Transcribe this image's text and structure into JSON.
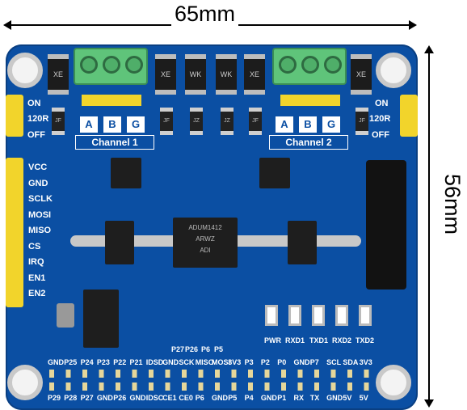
{
  "dimensions": {
    "width_label": "65mm",
    "height_label": "56mm"
  },
  "terminals": {
    "channel1": {
      "title": "Channel 1",
      "labels": [
        "A",
        "B",
        "G"
      ]
    },
    "channel2": {
      "title": "Channel 2",
      "labels": [
        "A",
        "B",
        "G"
      ]
    }
  },
  "jumpers": {
    "left": {
      "on": "ON",
      "mid": "120R",
      "off": "OFF"
    },
    "right": {
      "on": "ON",
      "mid": "120R",
      "off": "OFF"
    }
  },
  "spi_header_labels": [
    "VCC",
    "GND",
    "SCLK",
    "MOSI",
    "MISO",
    "CS",
    "IRQ",
    "EN1",
    "EN2"
  ],
  "leds": [
    "PWR",
    "RXD1",
    "TXD1",
    "RXD2",
    "TXD2"
  ],
  "small_labels": [
    "P27",
    "P26",
    "P6",
    "P5"
  ],
  "gpio_top": [
    "GND",
    "P25",
    "P24",
    "P23",
    "P22",
    "P21",
    "IDSD",
    "GND",
    "SCK",
    "MISO",
    "MOSI",
    "3V3",
    "P3",
    "P2",
    "P0",
    "GND",
    "P7",
    "SCL",
    "SDA",
    "3V3"
  ],
  "gpio_bottom": [
    "P29",
    "P28",
    "P27",
    "GND",
    "P26",
    "GND",
    "IDSC",
    "CE1",
    "CE0",
    "P6",
    "GND",
    "P5",
    "P4",
    "GND",
    "P1",
    "RX",
    "TX",
    "GND",
    "5V",
    "5V"
  ],
  "colors": {
    "pcb": "#0b4fa3",
    "terminal": "#5fc47a",
    "header": "#f2d42b",
    "silkscreen": "#ffffff"
  }
}
